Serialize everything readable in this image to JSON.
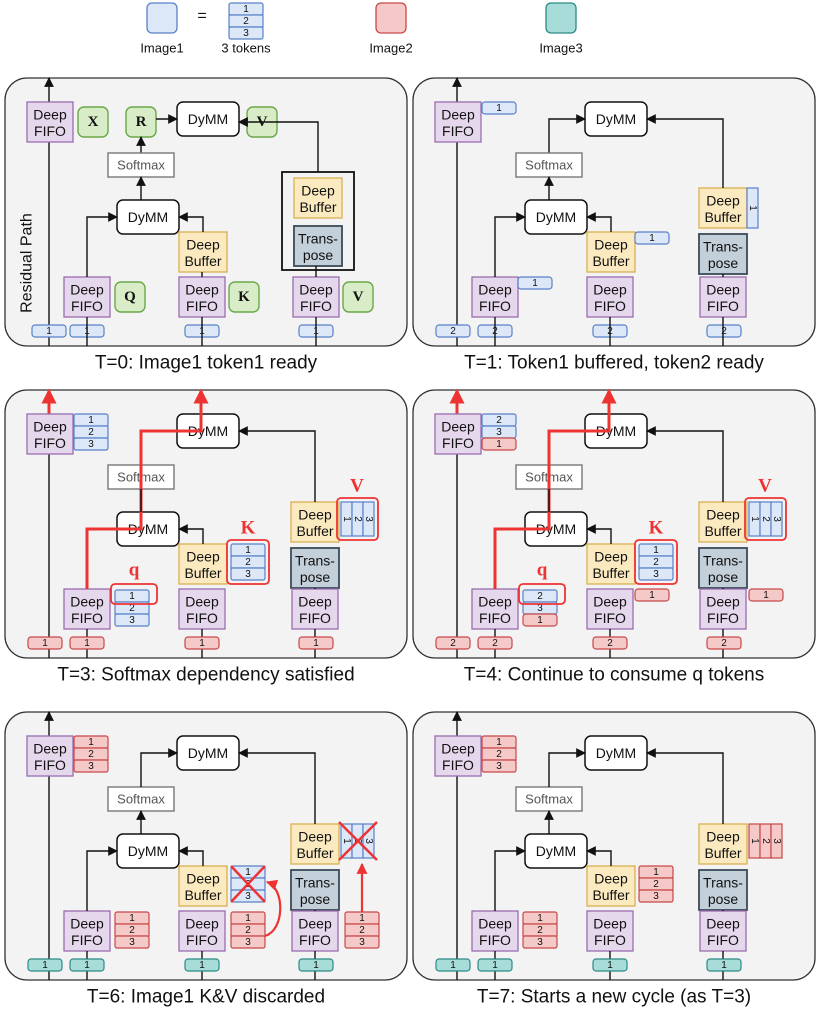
{
  "legend": {
    "image1": "Image1",
    "equals": "=",
    "three_tokens": "3 tokens",
    "image2": "Image2",
    "image3": "Image3"
  },
  "colors": {
    "image1_fill": "#dce8f8",
    "image1_stroke": "#5a80c8",
    "image2_fill": "#f6c9c9",
    "image2_stroke": "#c84848",
    "image3_fill": "#a8dcd8",
    "image3_stroke": "#2a8a84",
    "fifo_fill": "#e6d8ec",
    "fifo_stroke": "#9a6cb0",
    "buffer_fill": "#fbeac0",
    "buffer_stroke": "#d8b050",
    "transpose_fill": "#c3cfd9",
    "transpose_stroke": "#3a4a58",
    "operand_fill": "#d8ecc8",
    "operand_stroke": "#6aa848",
    "highlight": "#ee3333",
    "panel_fill": "#f3f3f3"
  },
  "labels": {
    "deep": "Deep",
    "fifo": "FIFO",
    "buffer": "Buffer",
    "trans": "Trans-",
    "pose": "pose",
    "dymm": "DyMM",
    "softmax": "Softmax",
    "residual_path": "Residual Path",
    "op_x": "X",
    "op_r": "R",
    "op_v": "V",
    "op_q": "Q",
    "op_k": "K",
    "red_q": "q",
    "red_k": "K",
    "red_v": "V",
    "t1": "1",
    "t2": "2",
    "t3": "3"
  },
  "panels": [
    {
      "caption": "T=0: Image1 token1 ready"
    },
    {
      "caption": "T=1: Token1 buffered, token2 ready"
    },
    {
      "caption": "T=3: Softmax dependency satisfied"
    },
    {
      "caption": "T=4: Continue to consume q tokens"
    },
    {
      "caption": "T=6: Image1 K&V discarded"
    },
    {
      "caption": "T=7: Starts a new cycle (as T=3)"
    }
  ]
}
